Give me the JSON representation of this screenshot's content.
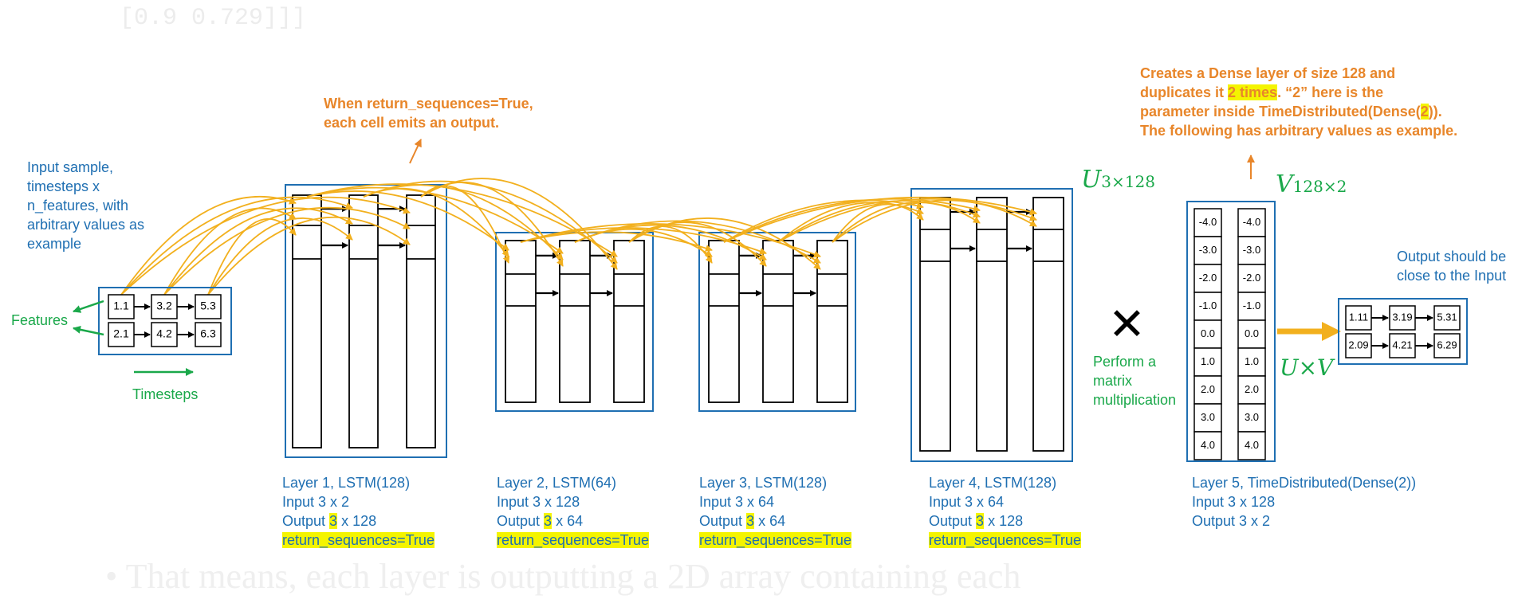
{
  "background_text": {
    "top_code": "[0.9   0.729]]]",
    "bottom_bullet": "•  That means, each layer is outputting a 2D array containing each"
  },
  "input": {
    "description_lines": [
      "Input sample,",
      "timesteps x",
      "n_features, with",
      "arbitrary values as",
      "example"
    ],
    "features_label": "Features",
    "timesteps_label": "Timesteps",
    "values": [
      [
        "1.1",
        "3.2",
        "5.3"
      ],
      [
        "2.1",
        "4.2",
        "6.3"
      ]
    ]
  },
  "orange_note_1": [
    "When return_sequences=True,",
    "each cell emits an output."
  ],
  "orange_note_2": {
    "line1": "Creates a Dense layer of size 128 and",
    "line2_pre": "duplicates it ",
    "line2_hl": "2 times",
    "line2_post": ". “2” here is the",
    "line3_pre": "parameter inside TimeDistributed(Dense(",
    "line3_hl": "2",
    "line3_post": ")).",
    "line4": "The following has arbitrary values as example."
  },
  "layers": [
    {
      "title": "Layer 1, LSTM(128)",
      "input": "Input 3 x 2",
      "output_pre": "Output ",
      "output_hl": "3",
      "output_post": " x 128",
      "flag": "return_sequences=True"
    },
    {
      "title": "Layer 2, LSTM(64)",
      "input": "Input 3 x 128",
      "output_pre": "Output ",
      "output_hl": "3",
      "output_post": " x 64",
      "flag": "return_sequences=True"
    },
    {
      "title": "Layer 3, LSTM(128)",
      "input": "Input 3 x 64",
      "output_pre": "Output ",
      "output_hl": "3",
      "output_post": " x 64",
      "flag": "return_sequences=True"
    },
    {
      "title": "Layer 4, LSTM(128)",
      "input": "Input 3 x 64",
      "output_pre": "Output ",
      "output_hl": "3",
      "output_post": " x 128",
      "flag": "return_sequences=True"
    },
    {
      "title": "Layer 5, TimeDistributed(Dense(2))",
      "input": "Input 3 x 128",
      "output": "Output 3 x 2"
    }
  ],
  "math": {
    "u_base": "U",
    "u_sub": "3×128",
    "v_base": "V",
    "v_sub": "128×2",
    "product": "U×V",
    "times_symbol": "✕"
  },
  "matmul_label": [
    "Perform a",
    "matrix",
    "multiplication"
  ],
  "dense_values": [
    "-4.0",
    "-3.0",
    "-2.0",
    "-1.0",
    "0.0",
    "1.0",
    "2.0",
    "3.0",
    "4.0"
  ],
  "output_label": [
    "Output should be",
    "close to the Input"
  ],
  "output_values": [
    [
      "1.11",
      "3.19",
      "5.31"
    ],
    [
      "2.09",
      "4.21",
      "6.29"
    ]
  ],
  "colors": {
    "blue": "#1f6fb2",
    "orange": "#e8862a",
    "green": "#1aa84a",
    "arrow_yellow": "#f2b01e",
    "highlight": "#f4f400"
  }
}
